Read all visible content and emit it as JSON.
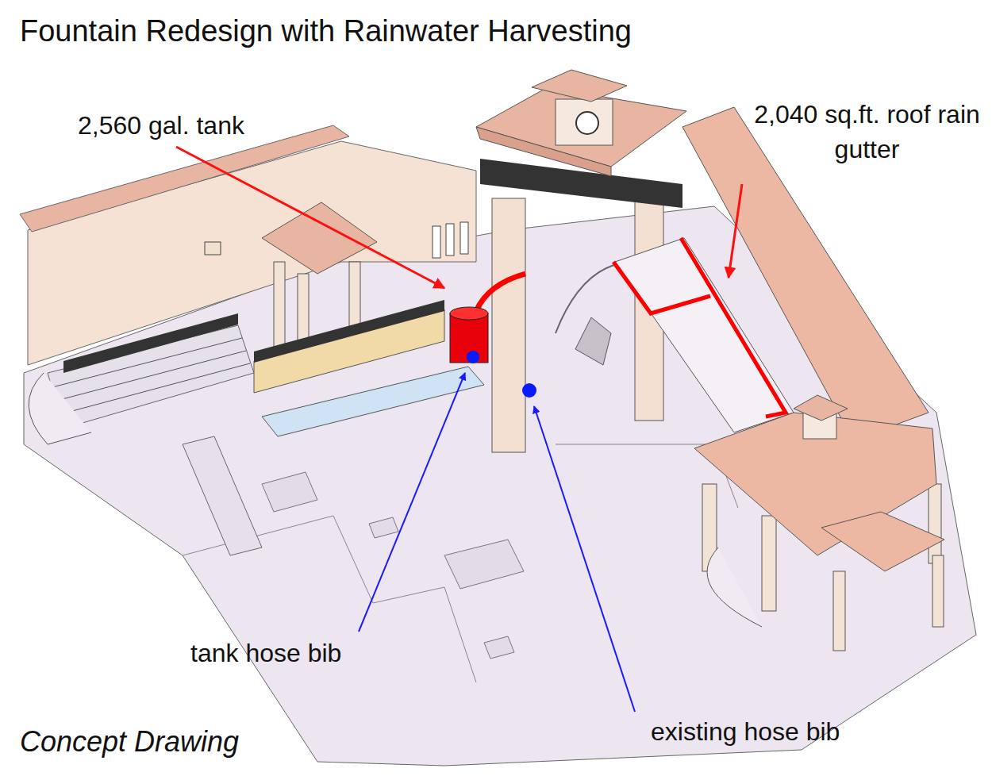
{
  "diagram": {
    "title": "Fountain Redesign with Rainwater Harvesting",
    "caption": "Concept Drawing",
    "labels": [
      "2,560 gal. tank",
      "2,040 sq.ft. roof rain gutter",
      "tank hose bib",
      "existing hose bib"
    ]
  }
}
